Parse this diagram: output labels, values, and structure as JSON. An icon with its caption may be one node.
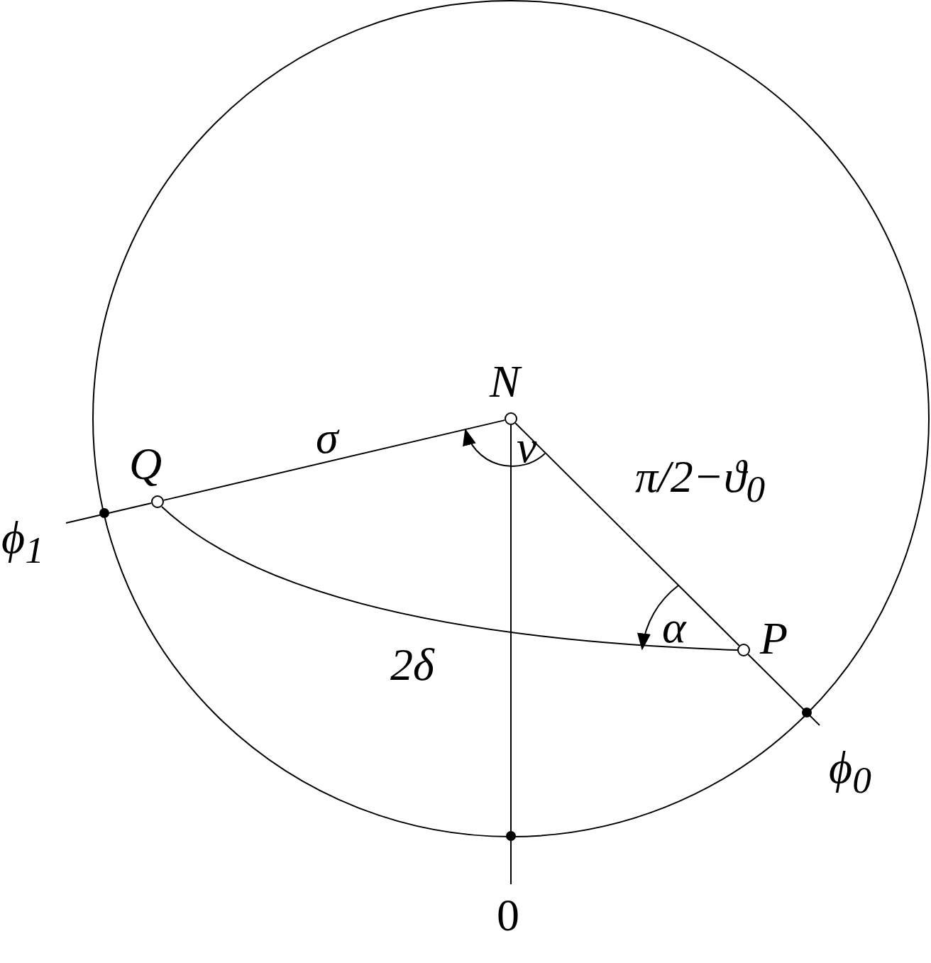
{
  "diagram": {
    "nodes": [
      {
        "text": [
          "N"
        ]
      },
      {
        "text": [
          "Q"
        ]
      },
      {
        "text": [
          "P"
        ]
      },
      {
        "text": [
          "ϕ$_{1}$"
        ]
      },
      {
        "text": [
          "ϕ$_{0}$"
        ]
      },
      {
        "text": [
          "0"
        ]
      }
    ],
    "edges": [
      {
        "from": 0,
        "to": 1,
        "arrow": "none",
        "label": "σ"
      },
      {
        "from": 0,
        "to": 2,
        "arrow": "none",
        "label": "π/2−ϑ$_{0}$"
      },
      {
        "from": 1,
        "to": 2,
        "arrow": "none",
        "label": "2δ"
      },
      {
        "from": 0,
        "to": 5,
        "arrow": "none"
      },
      {
        "from": 1,
        "to": 3,
        "arrow": "none"
      },
      {
        "from": 2,
        "to": 4,
        "arrow": "none"
      }
    ],
    "labels": [
      "ν",
      "α"
    ]
  }
}
